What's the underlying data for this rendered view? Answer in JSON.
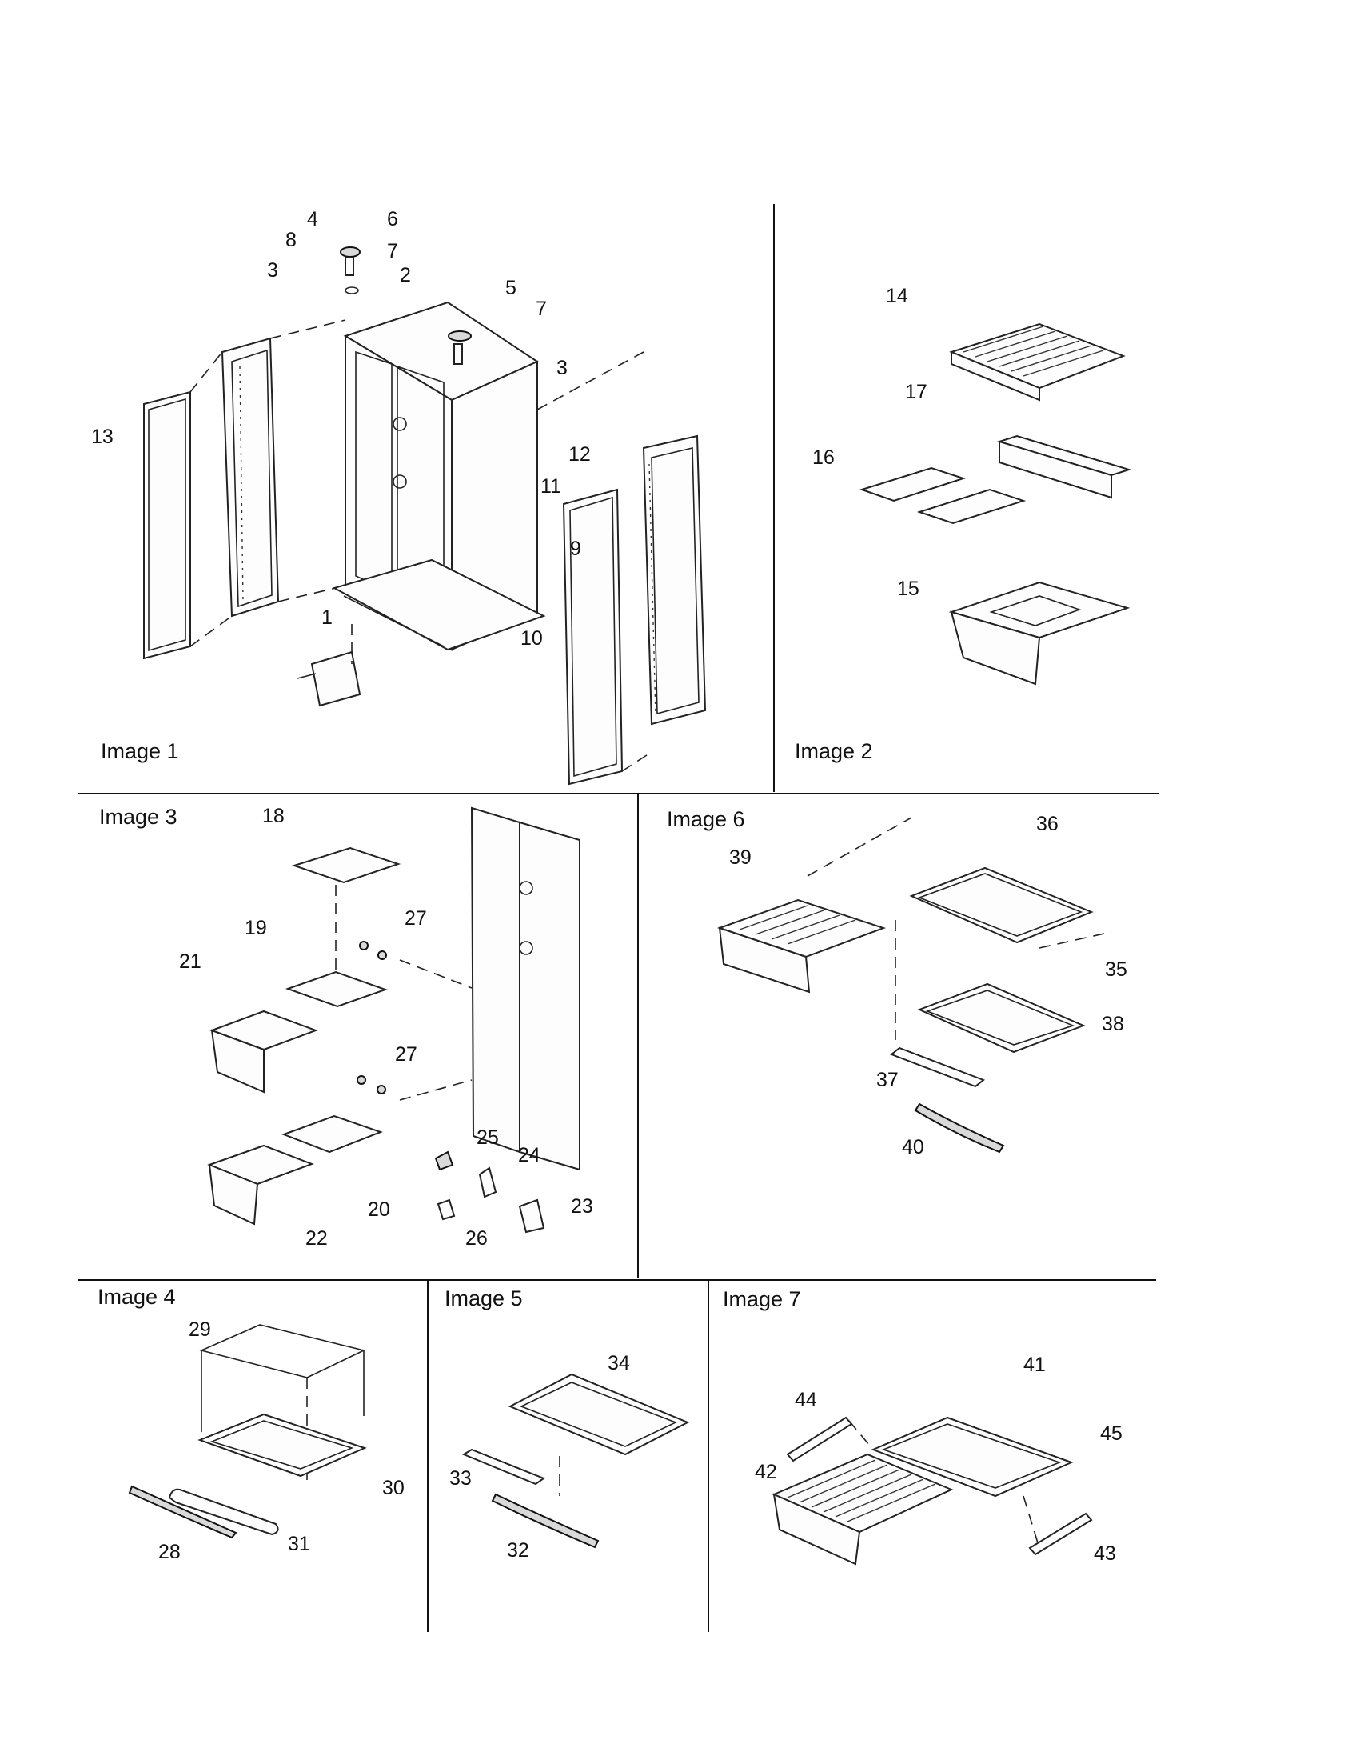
{
  "colors": {
    "ink": "#111111",
    "paper": "#ffffff"
  },
  "panels": [
    {
      "id": "image-1",
      "title": "Image 1",
      "labels": [
        "1",
        "2",
        "3",
        "3",
        "4",
        "5",
        "6",
        "7",
        "7",
        "8",
        "9",
        "10",
        "11",
        "12",
        "13"
      ]
    },
    {
      "id": "image-2",
      "title": "Image 2",
      "labels": [
        "14",
        "15",
        "16",
        "17"
      ]
    },
    {
      "id": "image-3",
      "title": "Image 3",
      "labels": [
        "18",
        "19",
        "20",
        "21",
        "22",
        "23",
        "24",
        "25",
        "26",
        "27",
        "27"
      ]
    },
    {
      "id": "image-6",
      "title": "Image 6",
      "labels": [
        "35",
        "36",
        "37",
        "38",
        "39",
        "40"
      ]
    },
    {
      "id": "image-4",
      "title": "Image 4",
      "labels": [
        "28",
        "29",
        "30",
        "31"
      ]
    },
    {
      "id": "image-5",
      "title": "Image 5",
      "labels": [
        "32",
        "33",
        "34"
      ]
    },
    {
      "id": "image-7",
      "title": "Image 7",
      "labels": [
        "41",
        "42",
        "43",
        "44",
        "45"
      ]
    }
  ]
}
